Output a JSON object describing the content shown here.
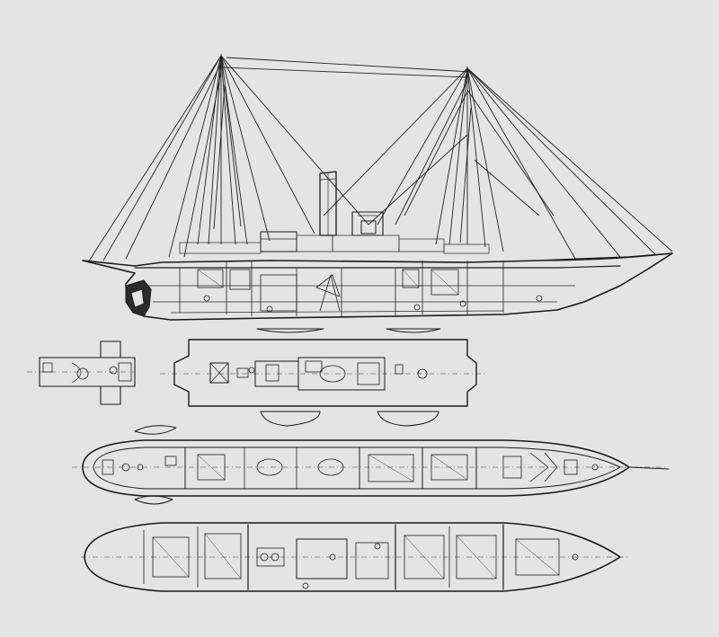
{
  "drawing": {
    "views": [
      "side-elevation",
      "bridge-deck-plan",
      "upper-deck-plan",
      "lower-deck-plan"
    ]
  }
}
